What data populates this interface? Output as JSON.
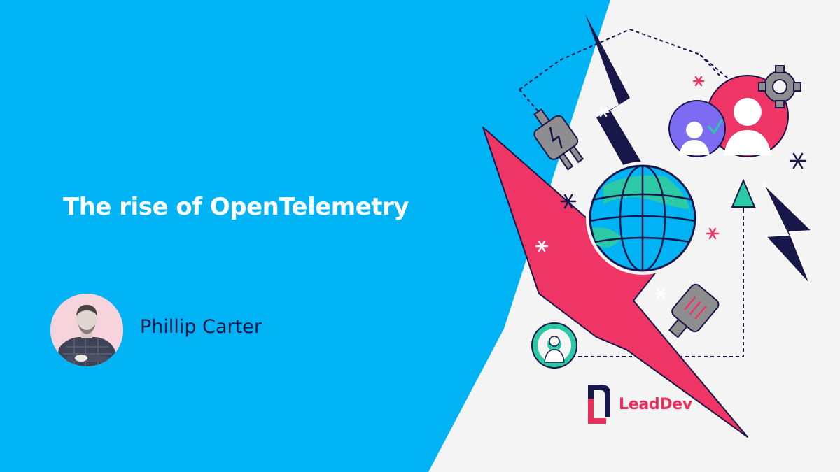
{
  "title": "The rise of OpenTelemetry",
  "author": {
    "name": "Phillip Carter",
    "photo_icon": "author-portrait"
  },
  "brand": {
    "name": "LeadDev",
    "logo_icon": "leaddev-logo-icon"
  },
  "colors": {
    "primary_blue": "#00b3f5",
    "page_gray": "#f4f4f5",
    "navy": "#17174a",
    "pink": "#ef3566",
    "teal": "#2cc9a6",
    "purple": "#7b6cf2",
    "gray": "#8e8e90",
    "white": "#ffffff"
  }
}
